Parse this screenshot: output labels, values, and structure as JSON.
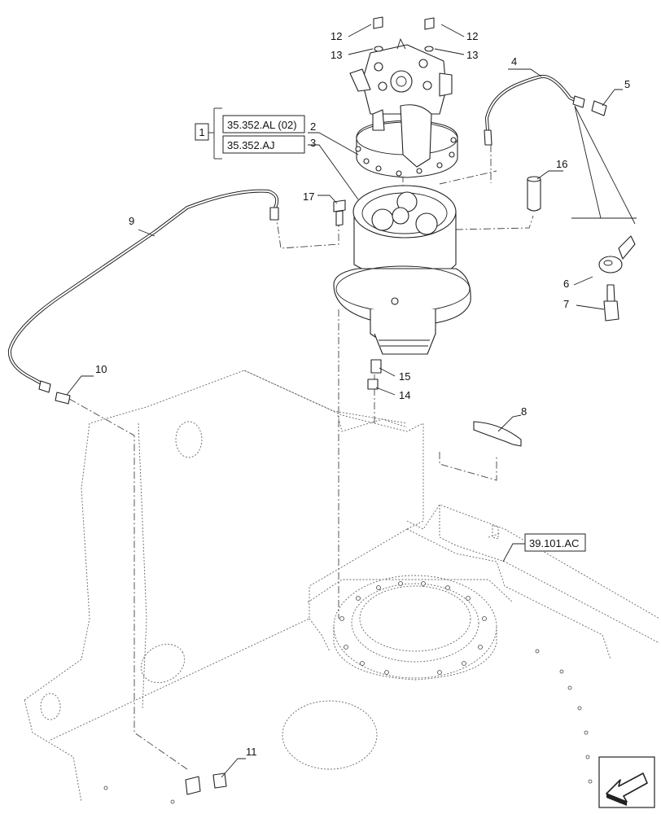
{
  "callouts": [
    {
      "id": "c12a",
      "label": "12"
    },
    {
      "id": "c12b",
      "label": "12"
    },
    {
      "id": "c13a",
      "label": "13"
    },
    {
      "id": "c13b",
      "label": "13"
    },
    {
      "id": "c2",
      "label": "2"
    },
    {
      "id": "c3",
      "label": "3"
    },
    {
      "id": "c4",
      "label": "4"
    },
    {
      "id": "c5",
      "label": "5"
    },
    {
      "id": "c6",
      "label": "6"
    },
    {
      "id": "c7",
      "label": "7"
    },
    {
      "id": "c8",
      "label": "8"
    },
    {
      "id": "c9",
      "label": "9"
    },
    {
      "id": "c10",
      "label": "10"
    },
    {
      "id": "c11",
      "label": "11"
    },
    {
      "id": "c14",
      "label": "14"
    },
    {
      "id": "c15",
      "label": "15"
    },
    {
      "id": "c16",
      "label": "16"
    },
    {
      "id": "c17",
      "label": "17"
    }
  ],
  "references": {
    "group_label": "1",
    "ref_al": "35.352.AL (02)",
    "ref_aj": "35.352.AJ",
    "ref_ac": "39.101.AC"
  },
  "icons": {
    "nav": "arrow-left-icon"
  }
}
